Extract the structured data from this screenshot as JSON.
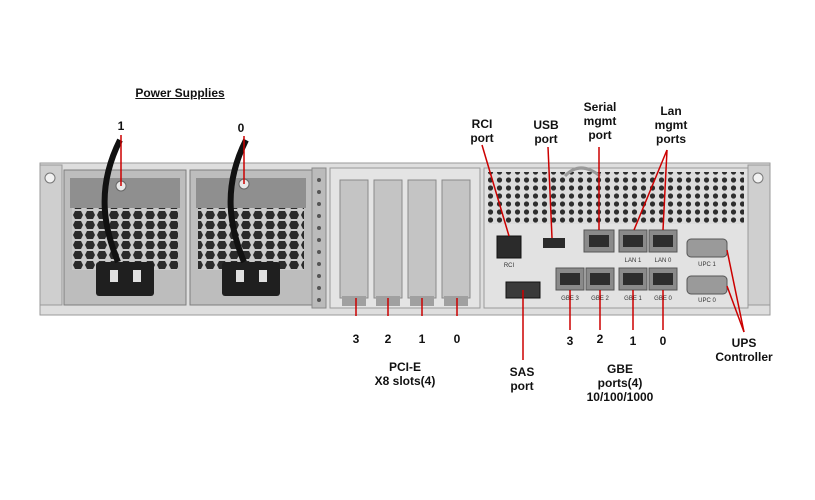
{
  "title": "Power Supplies",
  "labels": {
    "psu1": "1",
    "psu0": "0",
    "rci": "RCI\nport",
    "usb": "USB\nport",
    "serial": "Serial\nmgmt\nport",
    "lan": "Lan\nmgmt\nports",
    "pcie_3": "3",
    "pcie_2": "2",
    "pcie_1": "1",
    "pcie_0": "0",
    "pcie_name": "PCI-E\nX8 slots(4)",
    "sas": "SAS\nport",
    "gbe_3": "3",
    "gbe_2": "2",
    "gbe_1": "1",
    "gbe_0": "0",
    "gbe_name": "GBE\nports(4)\n10/100/1000",
    "ups": "UPS\nController"
  },
  "panel_text": {
    "rci": "RCI",
    "lan1": "LAN 1",
    "lan0": "LAN 0",
    "upc1": "UPC 1",
    "upc0": "UPC 0",
    "gbe3": "GBE 3",
    "gbe2": "GBE 2",
    "gbe1": "GBE 1",
    "gbe0": "GBE 0"
  },
  "colors": {
    "callout": "#cc0000",
    "chassis": "#d9d9d9",
    "psu": "#b5b5b5",
    "grille": "#2a2a2a"
  }
}
